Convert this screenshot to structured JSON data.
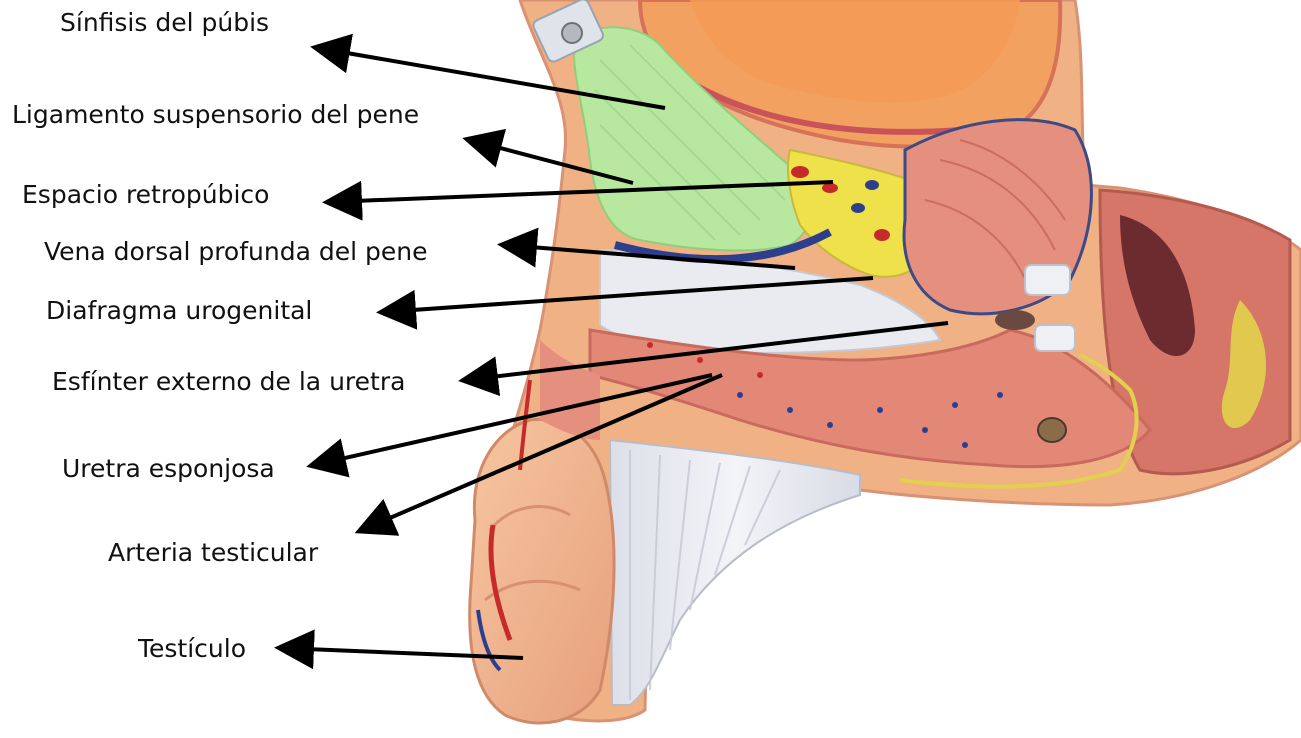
{
  "labels": {
    "sinfisis": "Sínfisis del púbis",
    "ligamento": "Ligamento suspensorio del pene",
    "espacio": "Espacio retropúbico",
    "vena": "Vena dorsal profunda del pene",
    "diafragma": "Diafragma urogenital",
    "esfinter": "Esfínter externo de la uretra",
    "uretra": "Uretra esponjosa",
    "arteria": "Arteria testicular",
    "testiculo": "Testículo"
  },
  "colors": {
    "text": "#111111",
    "arrow": "#000000",
    "skin": "#f2b48a",
    "skin_dark": "#e39b74",
    "muscle": "#de8c7c",
    "muscle_dark": "#c96a5e",
    "symphysis": "#b9e6a3",
    "fat_yellow": "#efe24a",
    "white_tissue": "#e6e8ee",
    "bladder": "#f0a56b",
    "vein_blue": "#2d3f8c",
    "artery_red": "#c62a2a",
    "background": "#ffffff"
  }
}
